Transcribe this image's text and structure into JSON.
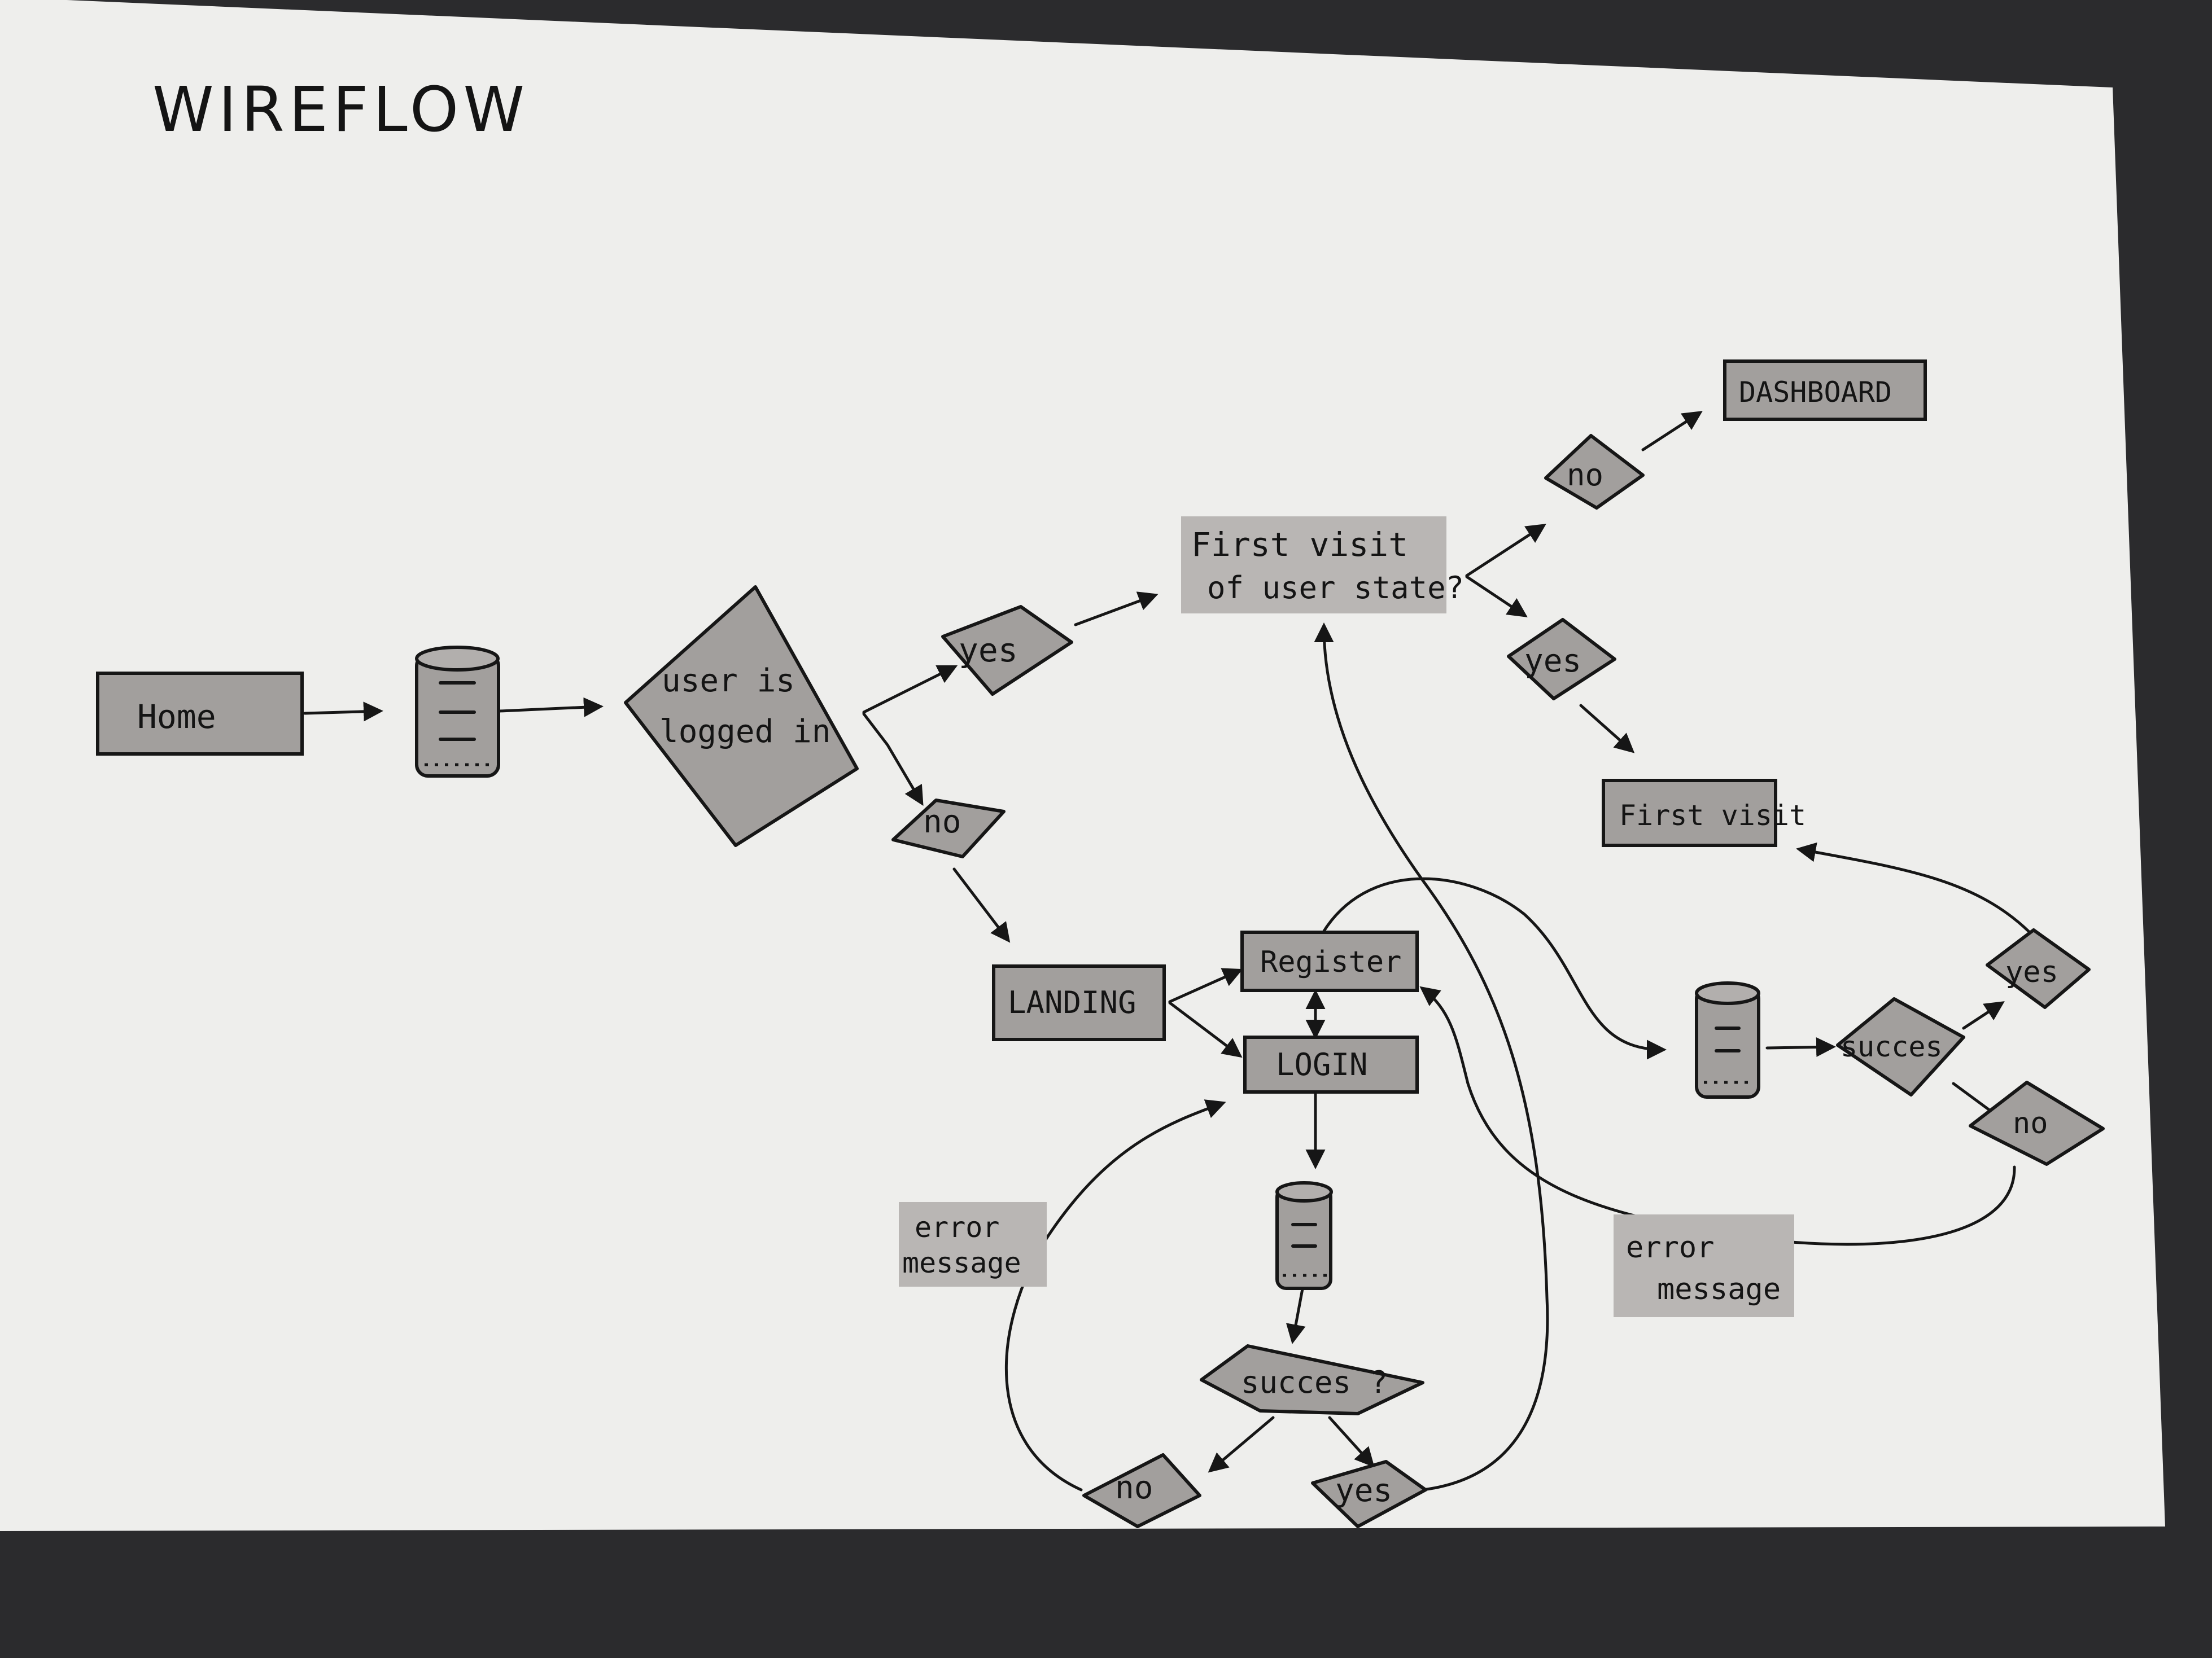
{
  "title": "WIREFLOW",
  "nodes": {
    "home": "Home",
    "user_logged_in": [
      "user is",
      "logged in"
    ],
    "yes_1": "yes",
    "no_1": "no",
    "first_visit_question": [
      "First visit",
      "of user state?"
    ],
    "no_2": "no",
    "dashboard": "DASHBOARD",
    "yes_2": "yes",
    "first_visit": "First visit",
    "landing": "LANDING",
    "register": "Register",
    "login": "LOGIN",
    "succes_login": "succes ?",
    "no_3": "no",
    "yes_3": "yes",
    "error_message_left": [
      "error",
      "message"
    ],
    "succes_register": "succes",
    "yes_4": "yes",
    "no_4": "no",
    "error_message_right": [
      "error",
      "message"
    ]
  },
  "colors": {
    "paper": "#eeeeec",
    "background": "#2b2b2d",
    "node_fill": "#a29f9d",
    "ink": "#161616"
  }
}
